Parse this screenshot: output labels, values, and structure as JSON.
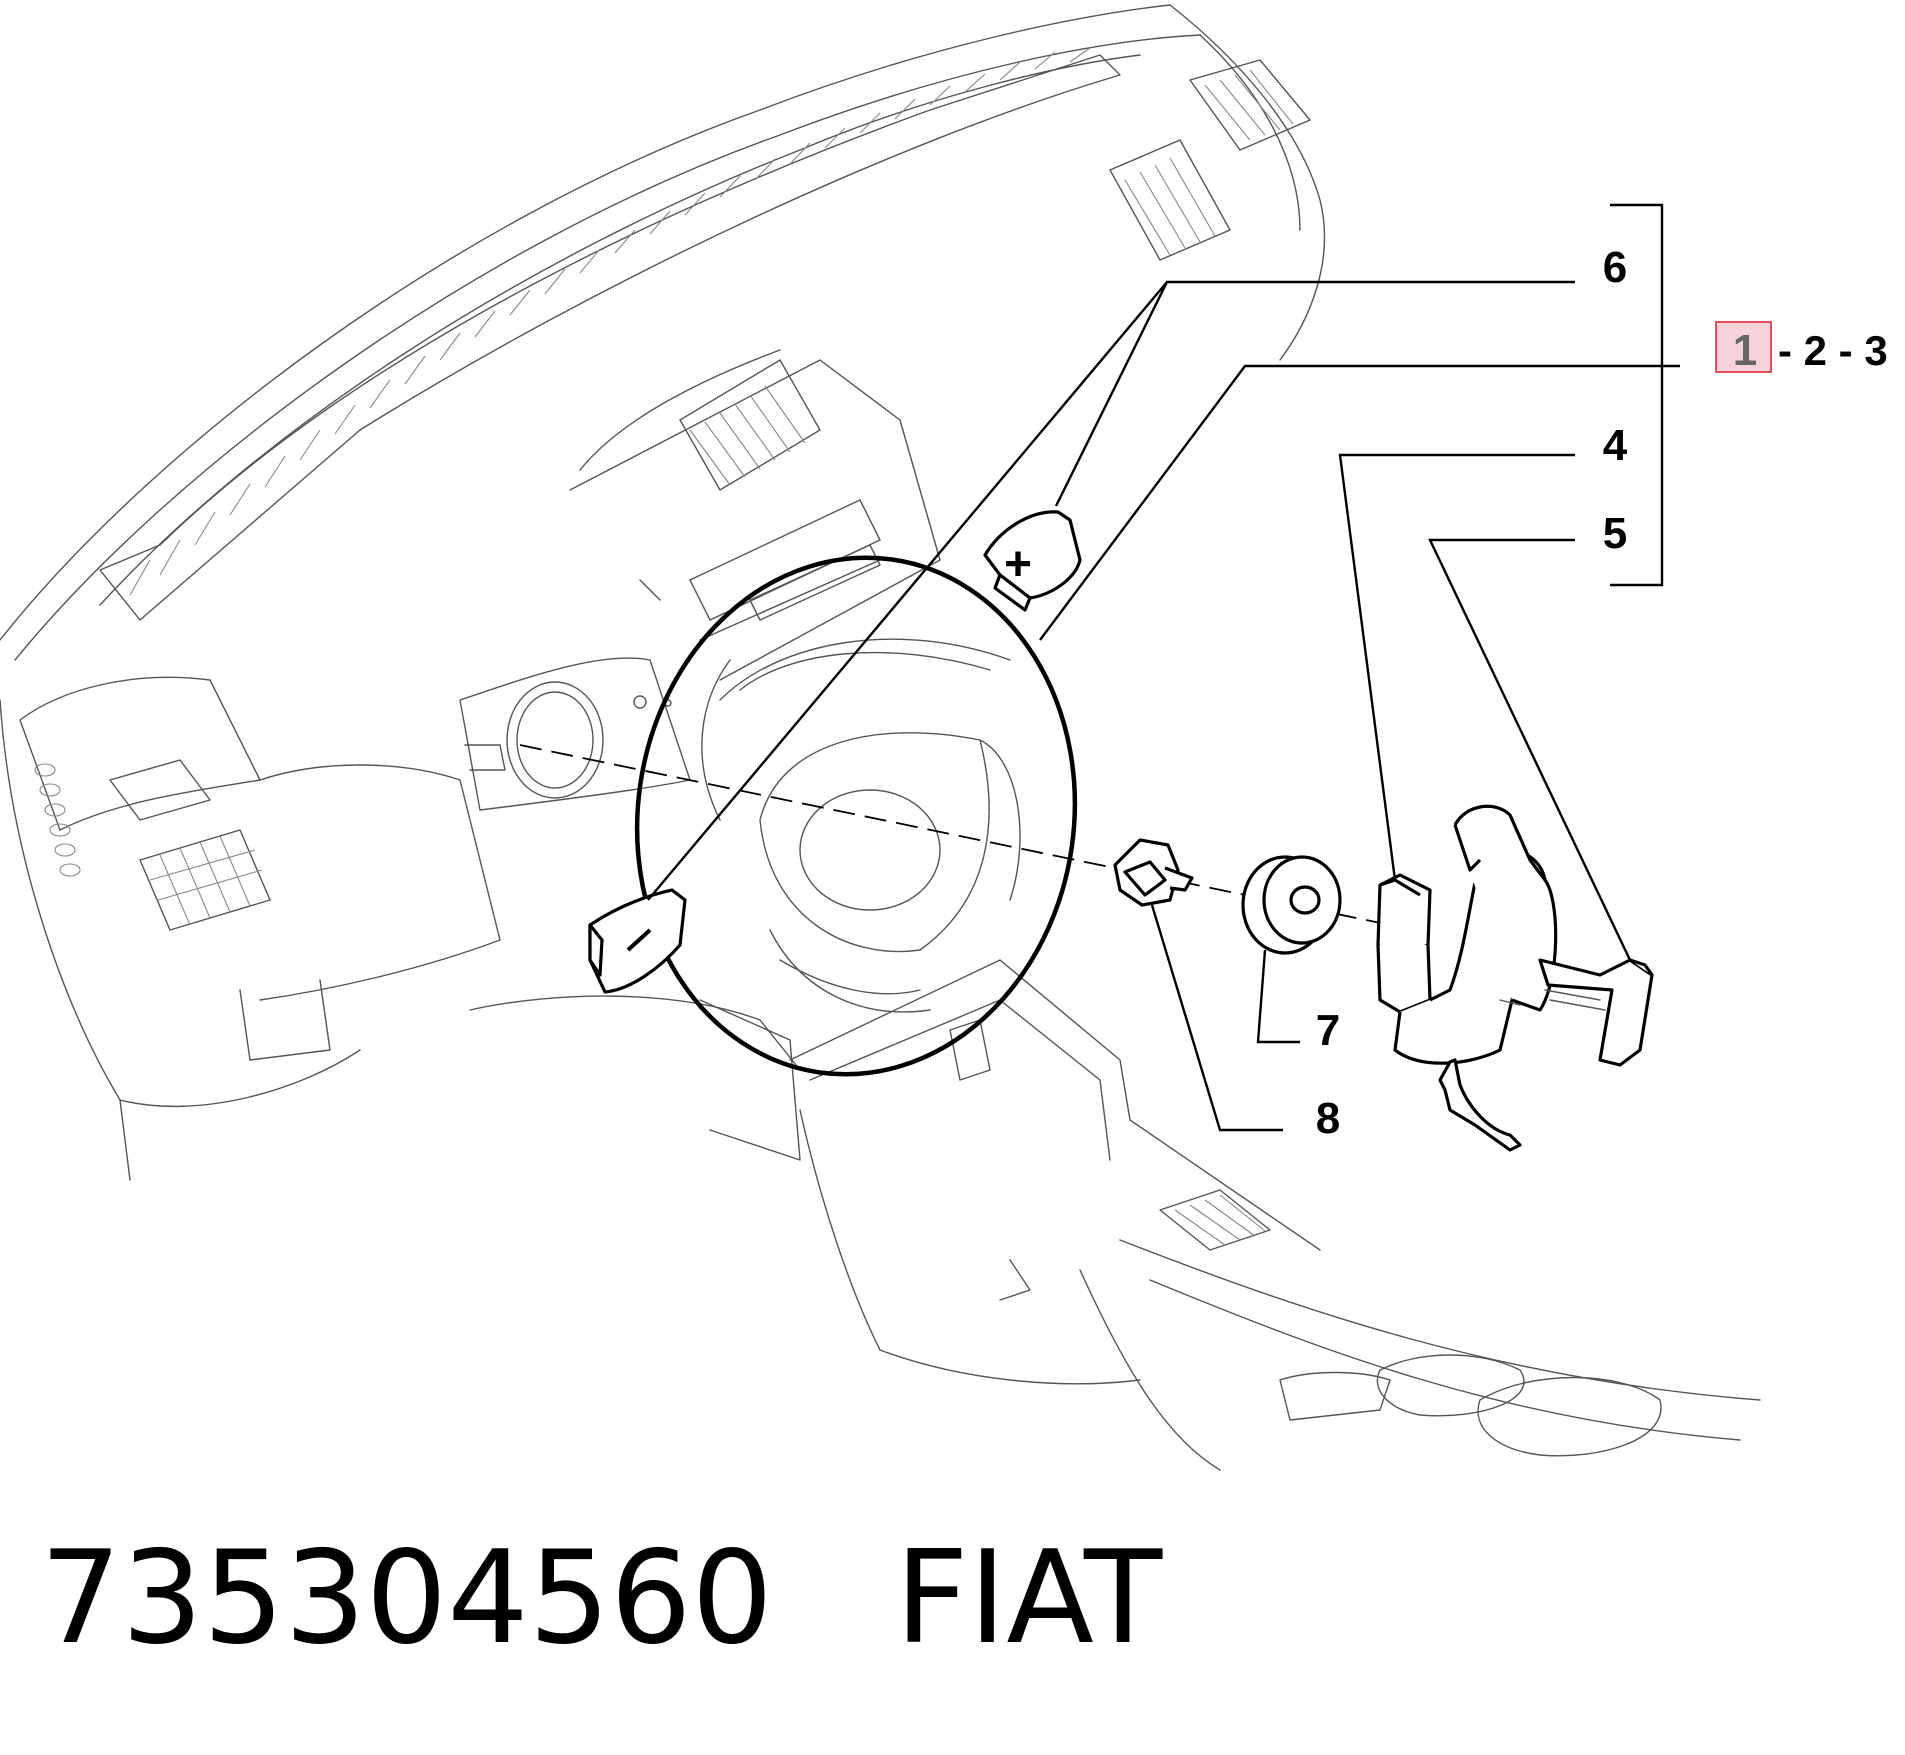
{
  "callouts": {
    "c6": "6",
    "c1": "1",
    "c_rest": "- 2 - 3",
    "c4": "4",
    "c5": "5",
    "c7": "7",
    "c8": "8"
  },
  "paddles": {
    "plus_symbol": "+",
    "minus_symbol": "−"
  },
  "footer": {
    "part_number": "735304560",
    "brand": "FIAT"
  },
  "colors": {
    "highlight_fill": "#f6d3d8",
    "highlight_stroke": "#e0505a",
    "line": "#000000",
    "background_line": "#555555"
  }
}
